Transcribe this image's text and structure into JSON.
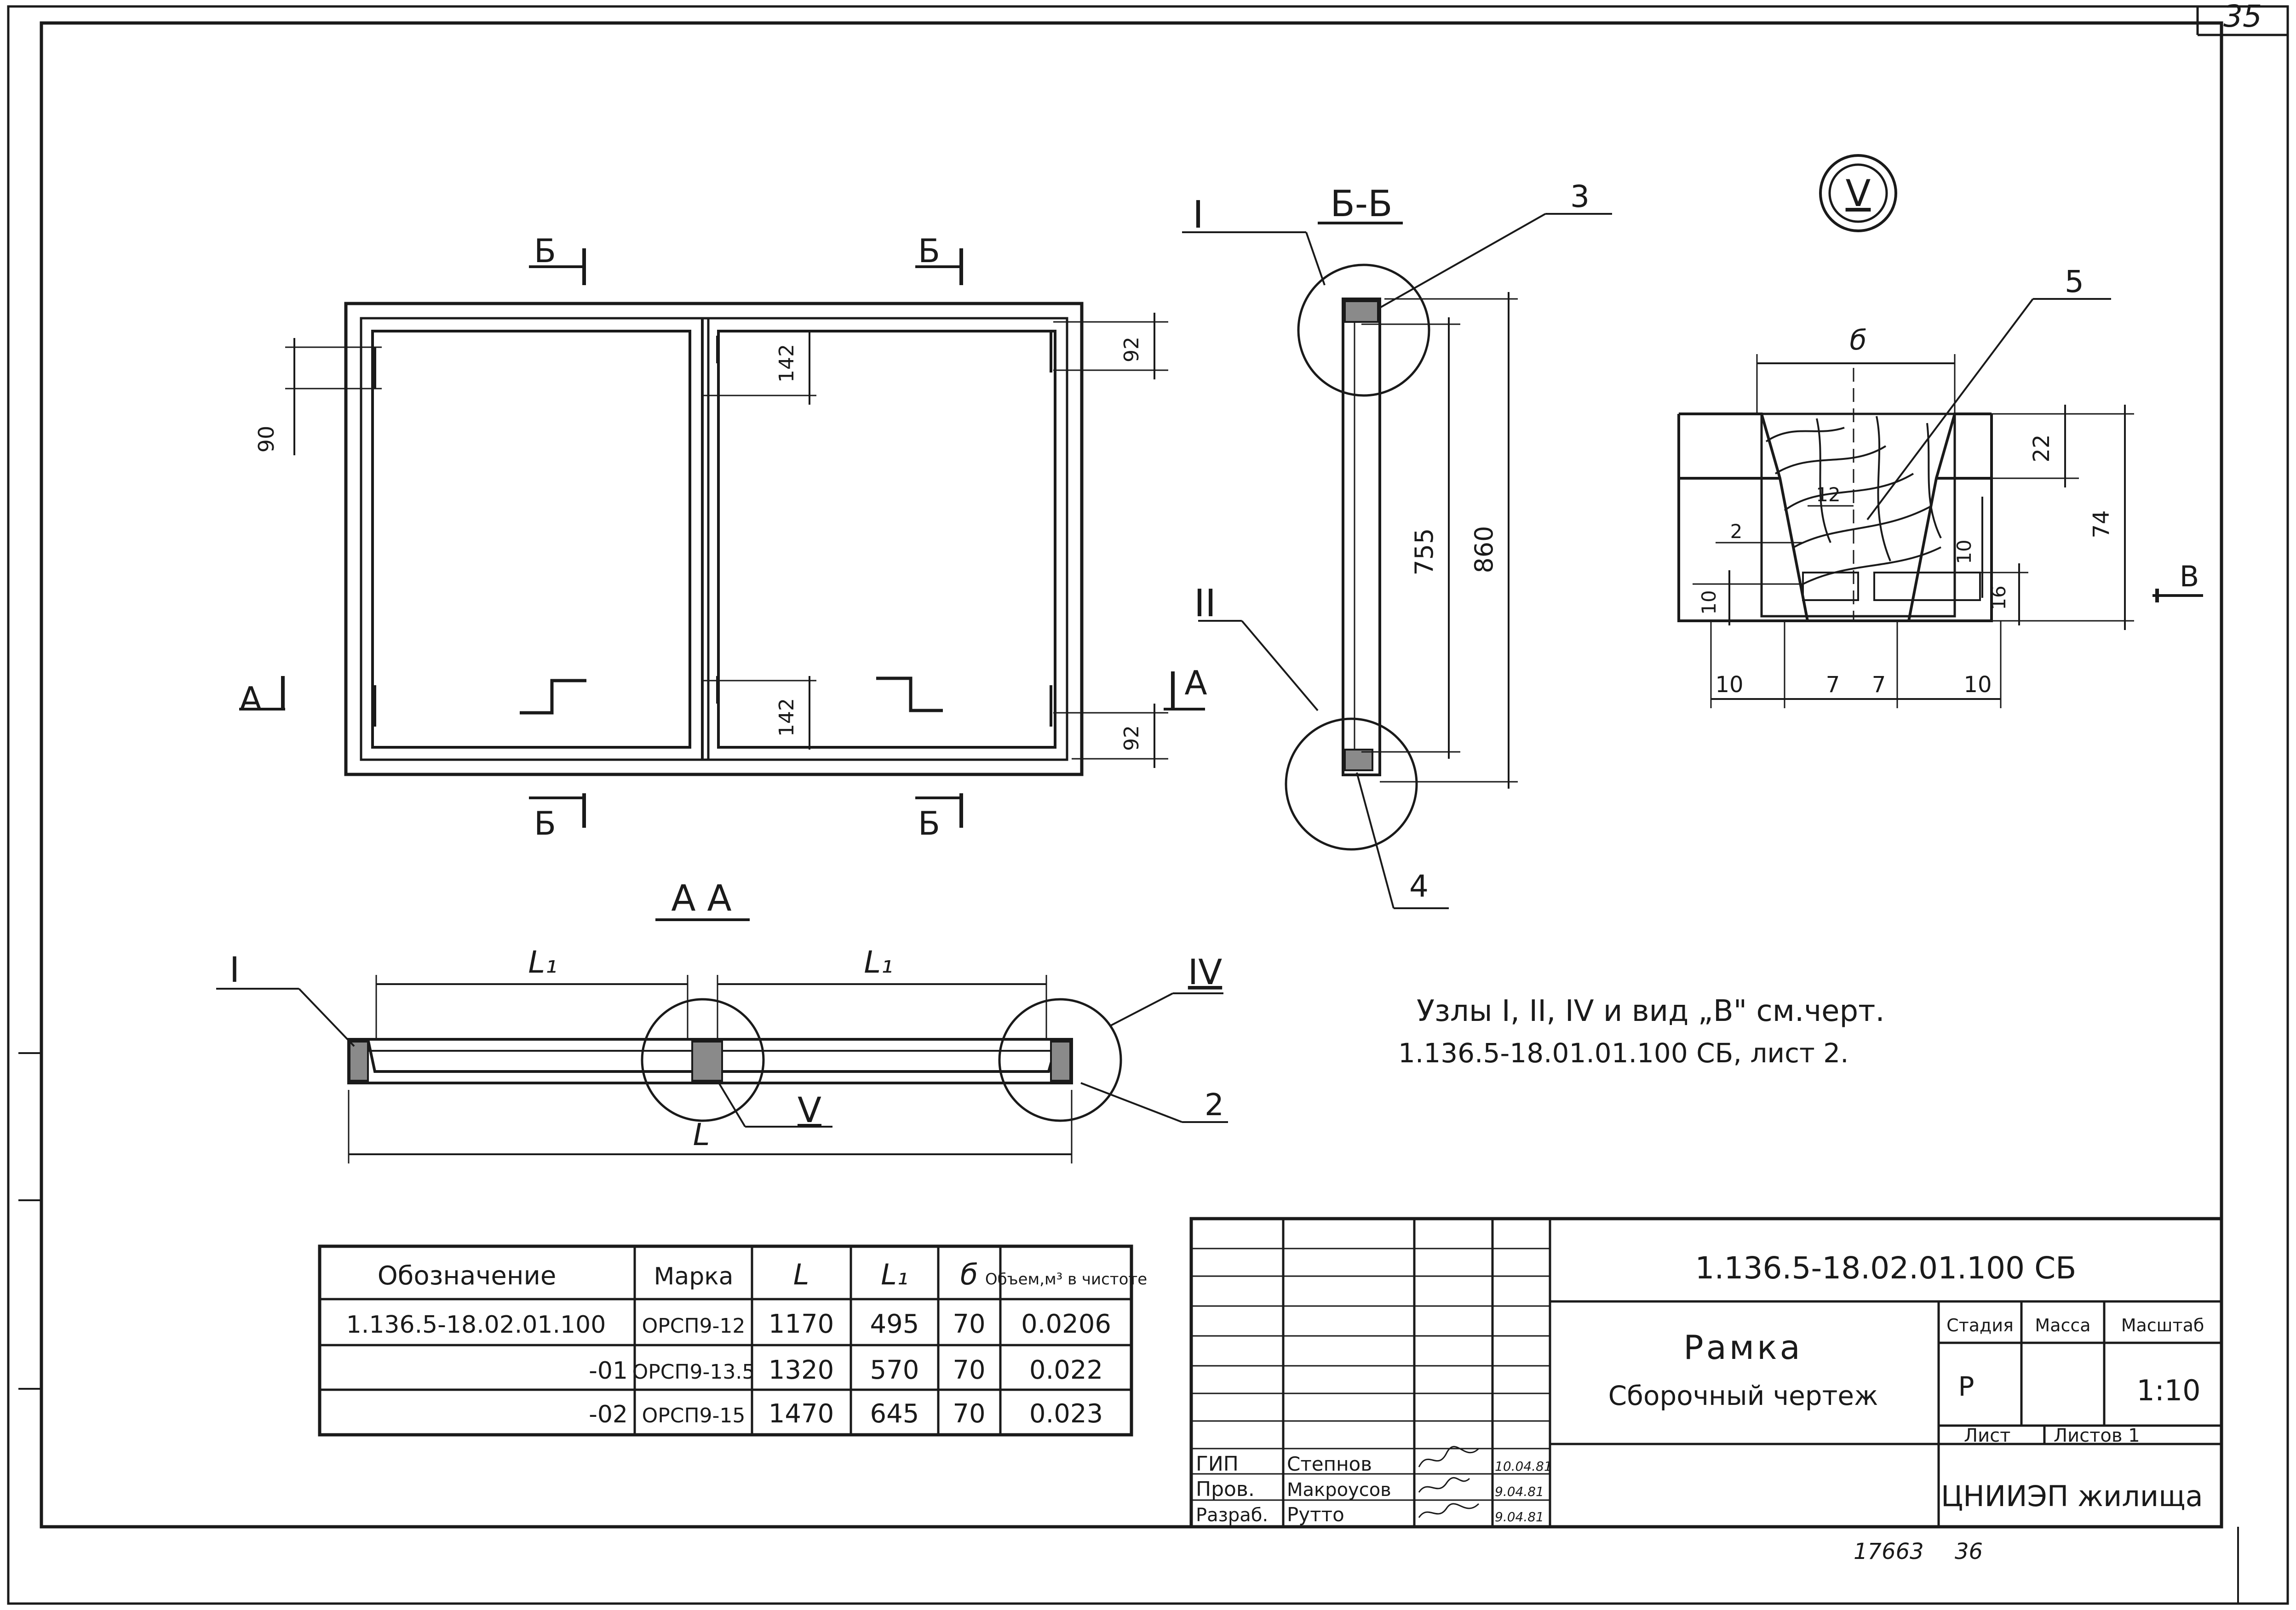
{
  "sheet": {
    "number": "35",
    "archive_no": "17663",
    "archive_sheet": "36"
  },
  "plan_view": {
    "section_mark_top_left": "Б",
    "section_mark_top_right": "Б",
    "section_mark_bottom_left": "Б",
    "section_mark_bottom_right": "Б",
    "cut_left": "А",
    "cut_right": "А",
    "dim_90": "90",
    "dim_142_top": "142",
    "dim_142_bottom": "142",
    "dim_92_top": "92",
    "dim_92_bottom": "92"
  },
  "section_bb": {
    "title": "Б-Б",
    "callout_I": "I",
    "callout_II": "II",
    "pos_3": "3",
    "pos_4": "4",
    "dim_755": "755",
    "dim_860": "860"
  },
  "detail_v": {
    "mark": "V",
    "pos_5": "5",
    "dim_b": "б",
    "dim_22": "22",
    "dim_74": "74",
    "dim_12": "12",
    "dim_2": "2",
    "dim_10_vert": "10",
    "dim_10_left": "10",
    "dim_16": "16",
    "view_b": "В",
    "bottom_dims": [
      "10",
      "7",
      "7",
      "10"
    ]
  },
  "section_aa": {
    "title": "А А",
    "callout_I": "I",
    "callout_IV": "IV",
    "callout_V": "V",
    "pos_2": "2",
    "dim_L1_left": "L₁",
    "dim_L1_right": "L₁",
    "dim_L": "L"
  },
  "note": {
    "line1": "Узлы I, II, IV и вид „В\" см.черт.",
    "line2": "1.136.5-18.01.01.100 СБ, лист 2."
  },
  "spec_table": {
    "headers": [
      "Обозначение",
      "Марка",
      "L",
      "L₁",
      "б",
      "Объем,м³ в чистоте"
    ],
    "rows": [
      [
        "1.136.5-18.02.01.100",
        "ОРСП9-12",
        "1170",
        "495",
        "70",
        "0.0206"
      ],
      [
        "-01",
        "ОРСП9-13.5",
        "1320",
        "570",
        "70",
        "0.022"
      ],
      [
        "-02",
        "ОРСП9-15",
        "1470",
        "645",
        "70",
        "0.023"
      ]
    ]
  },
  "title_block": {
    "designation": "1.136.5-18.02.01.100 СБ",
    "name_line1": "Рамка",
    "name_line2": "Сборочный чертеж",
    "stage_label": "Стадия",
    "mass_label": "Масса",
    "scale_label": "Масштаб",
    "stage_value": "Р",
    "scale_value": "1:10",
    "sheet_label": "Лист",
    "sheets_label": "Листов 1",
    "org": "ЦНИИЭП жилища",
    "signatures": [
      {
        "role": "ГИП",
        "name": "Степнов",
        "date": "10.04.81"
      },
      {
        "role": "Пров.",
        "name": "Макроусов",
        "date": "9.04.81"
      },
      {
        "role": "Разраб.",
        "name": "Рутто",
        "date": "9.04.81"
      }
    ]
  }
}
